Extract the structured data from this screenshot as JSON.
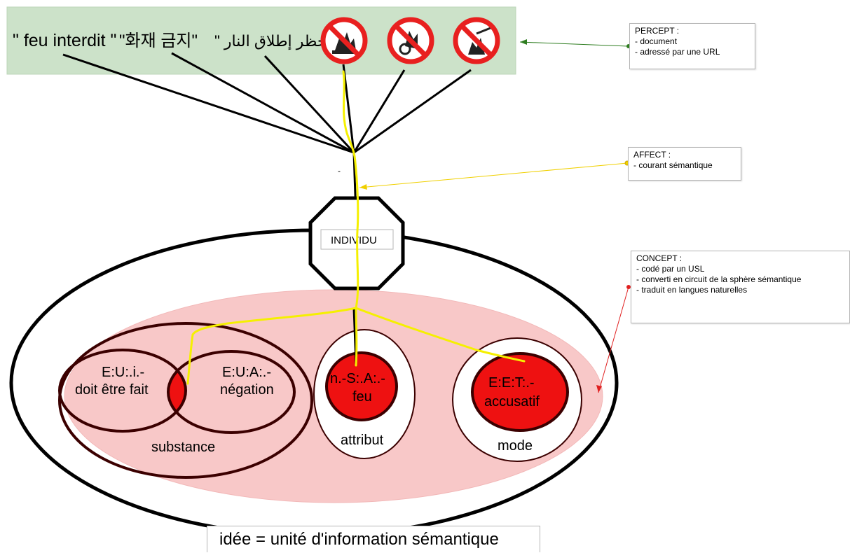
{
  "percept_panel": {
    "labels": [
      "\" feu interdit \"",
      "\"화재  금지\"",
      "\" حظر إطلاق النار\""
    ],
    "signs": [
      "no-fire-sign-icon",
      "no-open-flame-sign-icon",
      "no-smoking-sign-icon"
    ]
  },
  "individu": {
    "label": "INDIVIDU"
  },
  "concept_nodes": {
    "substance": {
      "circle1_code": "E:U:.i.-",
      "circle1_label": "doit être fait",
      "circle2_code": "E:U:A:.-",
      "circle2_label": "négation",
      "group_label": "substance"
    },
    "attribut": {
      "code": "n.-S:.A:.-",
      "label": "feu",
      "group_label": "attribut"
    },
    "mode": {
      "code": "E:E:T:.-",
      "label": "accusatif",
      "group_label": "mode"
    }
  },
  "notes": {
    "percept": {
      "title": "PERCEPT :",
      "lines": [
        "- document",
        "- adressé par une URL"
      ]
    },
    "affect": {
      "title": "AFFECT :",
      "lines": [
        "- courant sémantique"
      ]
    },
    "concept": {
      "title": "CONCEPT :",
      "lines": [
        "- codé par un USL",
        "- converti en circuit de la sphère sémantique",
        "- traduit en langues naturelles"
      ]
    }
  },
  "caption": "idée =  unité d'information sémantique",
  "colors": {
    "percept_bg": "#cce2c9",
    "concept_bg": "#f8c8c8",
    "node_red": "#ee1111",
    "yellow_line": "#f5f000",
    "sign_red": "#e8201f"
  }
}
